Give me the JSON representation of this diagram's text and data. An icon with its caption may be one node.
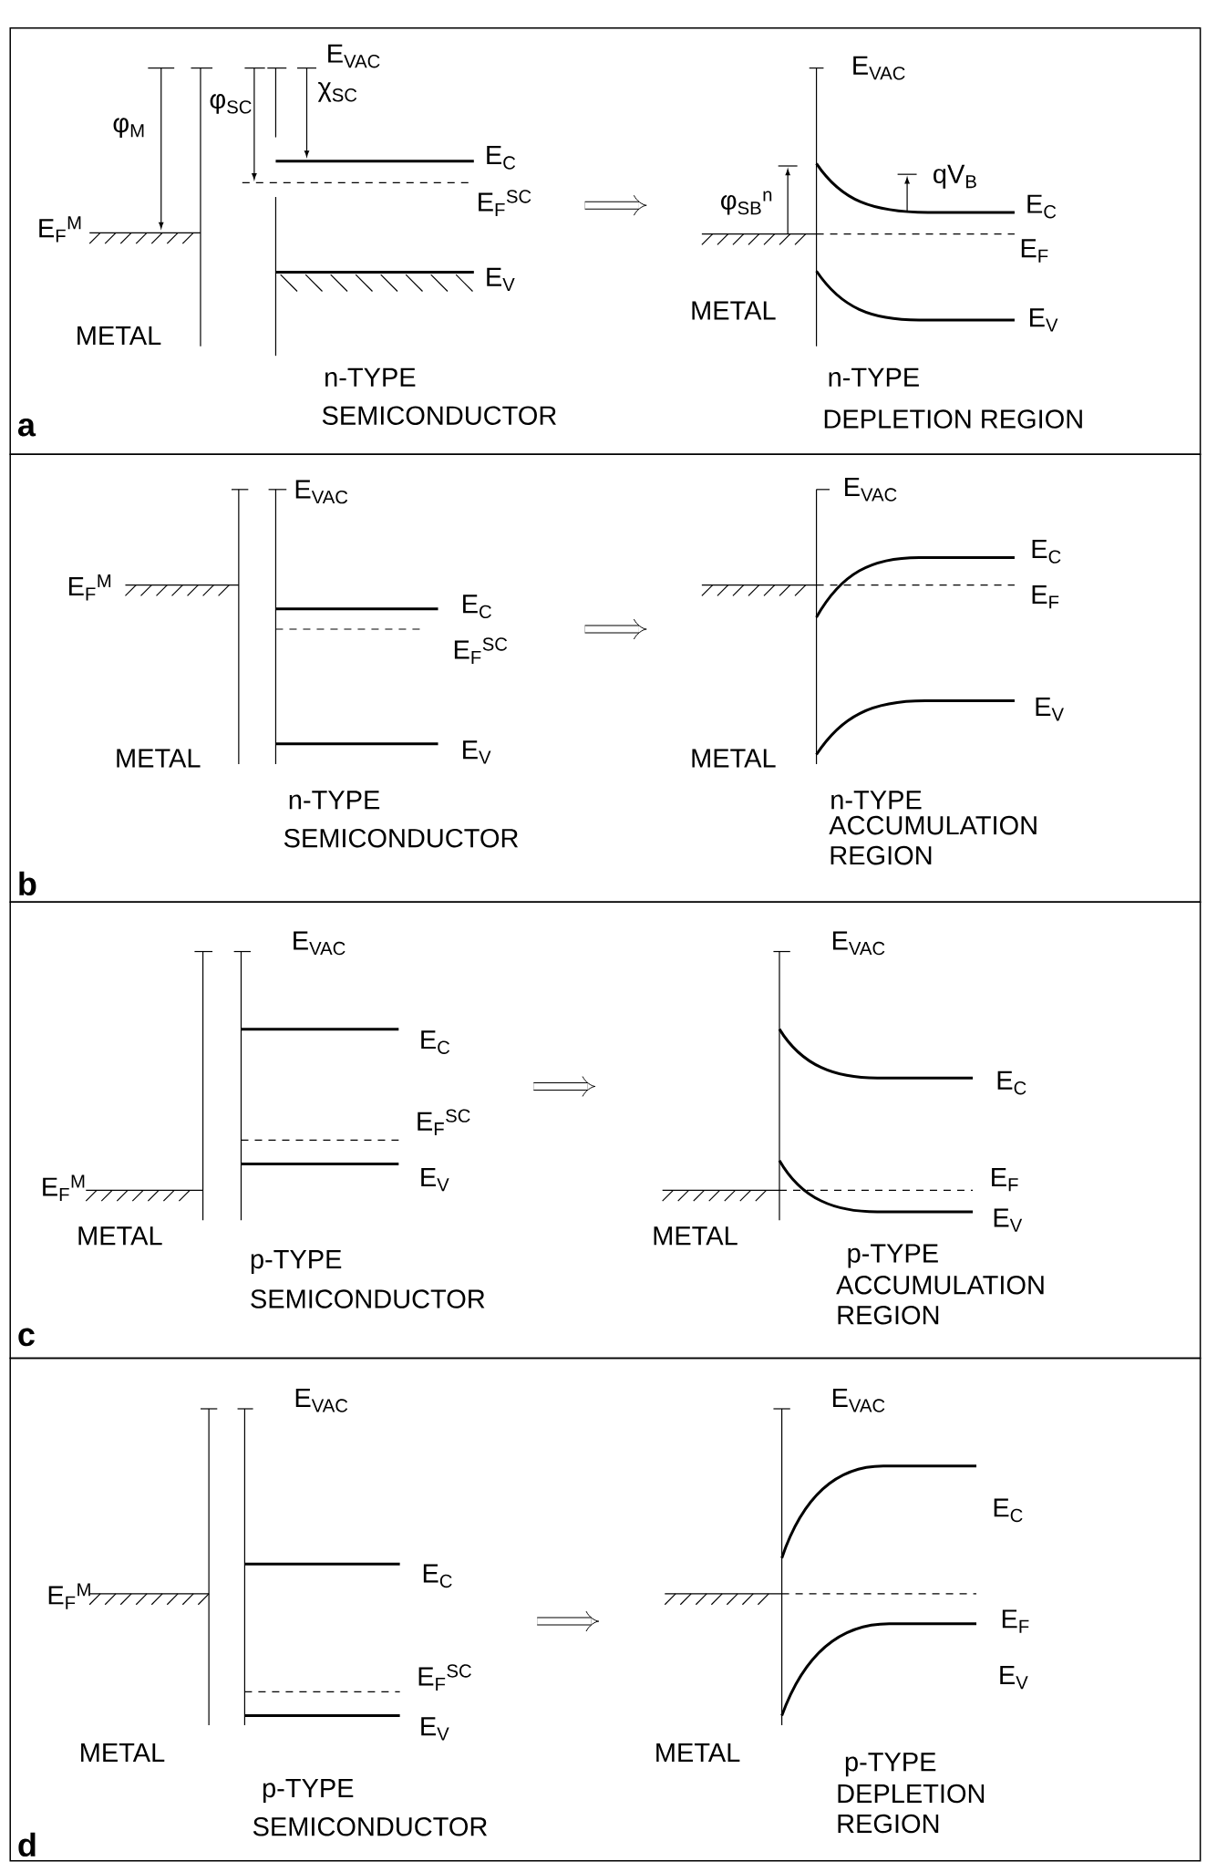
{
  "diagram": {
    "nodes": [
      {
        "text": [
          "a",
          "E$_{VAC}$",
          "φ$_{M}$",
          "φ$_{SC}$",
          "χ$_{SC}$",
          "E$_{F}$$^{M}$",
          "METAL",
          "E$_{C}$",
          "E$_{F}$$^{SC}$",
          "E$_{V}$",
          "n-TYPE",
          "SEMICONDUCTOR",
          "E$_{VAC}$",
          "φ$_{SB}$$^{n}$",
          "qV$_{B}$",
          "E$_{C}$",
          "E$_{F}$",
          "METAL",
          "E$_{V}$",
          "n-TYPE",
          "DEPLETION REGION"
        ]
      },
      {
        "text": [
          "b",
          "E$_{VAC}$",
          "E$_{F}$$^{M}$",
          "E$_{C}$",
          "E$_{F}$$^{SC}$",
          "METAL",
          "E$_{V}$",
          "n-TYPE",
          "SEMICONDUCTOR",
          "E$_{VAC}$",
          "E$_{C}$",
          "E$_{F}$",
          "E$_{V}$",
          "METAL",
          "n-TYPE",
          "ACCUMULATION REGION"
        ]
      },
      {
        "text": [
          "c",
          "E$_{VAC}$",
          "E$_{C}$",
          "E$_{F}$$^{SC}$",
          "E$_{V}$",
          "E$_{F}$$^{M}$",
          "METAL",
          "p-TYPE",
          "SEMICONDUCTOR",
          "E$_{VAC}$",
          "E$_{C}$",
          "E$_{F}$",
          "E$_{V}$",
          "METAL",
          "p-TYPE",
          "ACCUMULATION REGION"
        ]
      },
      {
        "text": [
          "d",
          "E$_{VAC}$",
          "E$_{F}$$^{M}$",
          "E$_{C}$",
          "E$_{F}$$^{SC}$",
          "E$_{V}$",
          "METAL",
          "p-TYPE",
          "SEMICONDUCTOR",
          "E$_{VAC}$",
          "E$_{C}$",
          "E$_{F}$",
          "E$_{V}$",
          "METAL",
          "p-TYPE",
          "DEPLETION REGION"
        ]
      }
    ]
  }
}
